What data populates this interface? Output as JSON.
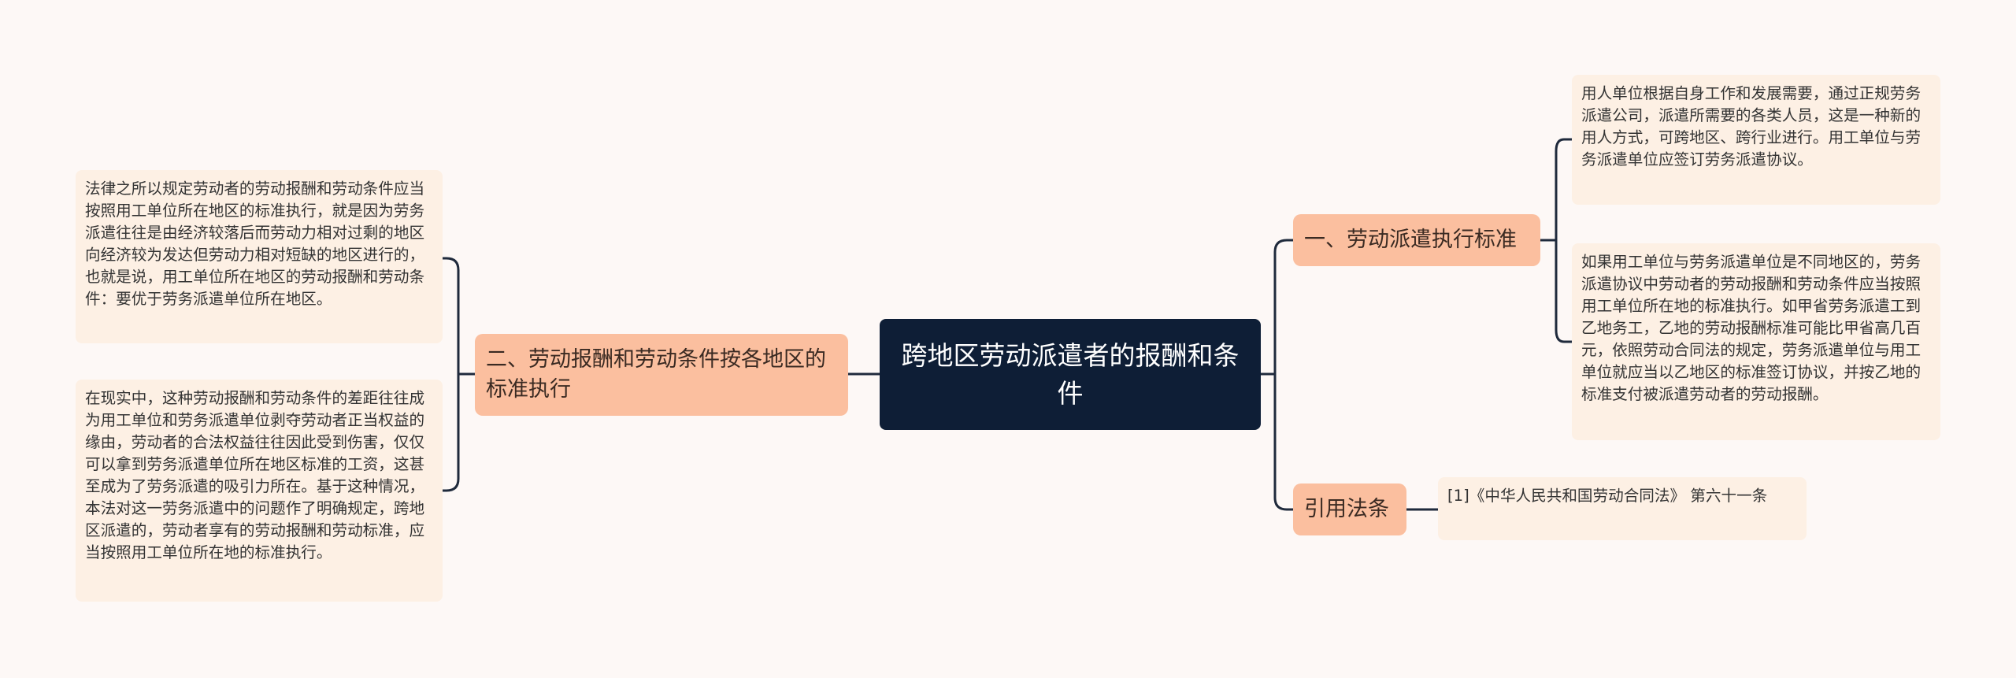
{
  "root": {
    "title": "跨地区劳动派遣者的报酬和条件"
  },
  "branches": [
    {
      "label": "一、劳动派遣执行标准",
      "items": [
        "用人单位根据自身工作和发展需要，通过正规劳务派遣公司，派遣所需要的各类人员，这是一种新的用人方式，可跨地区、跨行业进行。用工单位与劳务派遣单位应签订劳务派遣协议。",
        "如果用工单位与劳务派遣单位是不同地区的，劳务派遣协议中劳动者的劳动报酬和劳动条件应当按照用工单位所在地的标准执行。如甲省劳务派遣工到乙地务工，乙地的劳动报酬标准可能比甲省高几百元，依照劳动合同法的规定，劳务派遣单位与用工单位就应当以乙地区的标准签订协议，并按乙地的标准支付被派遣劳动者的劳动报酬。"
      ]
    },
    {
      "label": "引用法条",
      "items": [
        "[1]《中华人民共和国劳动合同法》 第六十一条"
      ]
    },
    {
      "label": "二、劳动报酬和劳动条件按各地区的标准执行",
      "items": [
        "法律之所以规定劳动者的劳动报酬和劳动条件应当按照用工单位所在地区的标准执行，就是因为劳务派遣往往是由经济较落后而劳动力相对过剩的地区向经济较为发达但劳动力相对短缺的地区进行的，也就是说，用工单位所在地区的劳动报酬和劳动条件：要优于劳务派遣单位所在地区。",
        "在现实中，这种劳动报酬和劳动条件的差距往往成为用工单位和劳务派遣单位剥夺劳动者正当权益的缘由，劳动者的合法权益往往因此受到伤害，仅仅可以拿到劳务派遣单位所在地区标准的工资，这甚至成为了劳务派遣的吸引力所在。基于这种情况，本法对这一劳务派遣中的问题作了明确规定，跨地区派遣的，劳动者享有的劳动报酬和劳动标准，应当按照用工单位所在地的标准执行。"
      ]
    }
  ],
  "colors": {
    "background": "#fdf8f6",
    "root_fill": "#0e1e36",
    "branch_fill": "#fbbf9f",
    "leaf_fill": "#fdf0e4",
    "connector": "#1f2a3c"
  }
}
